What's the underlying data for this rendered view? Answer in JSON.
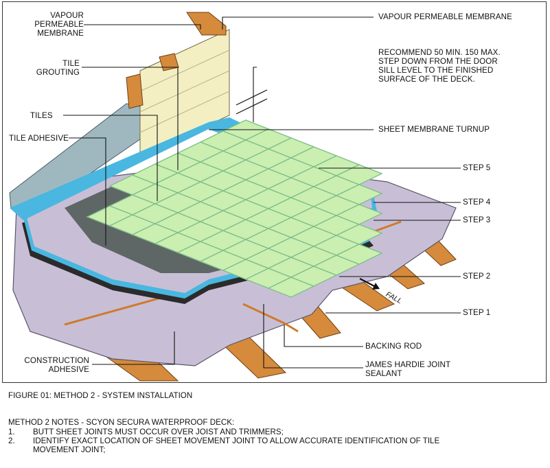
{
  "labels": {
    "vapour_left": "VAPOUR\nPERMEABLE\nMEMBRANE",
    "tile_grouting": "TILE\nGROUTING",
    "tiles": "TILES",
    "tile_adhesive": "TILE ADHESIVE",
    "construction_adhesive": "CONSTRUCTION\nADHESIVE",
    "vapour_right": "VAPOUR PERMEABLE MEMBRANE",
    "recommend": "RECOMMEND 50 MIN. 150 MAX.\nSTEP DOWN FROM THE DOOR\nSILL LEVEL TO THE FINISHED\nSURFACE OF THE DECK.",
    "sheet_membrane_turnup": "SHEET MEMBRANE TURNUP",
    "step5": "STEP 5",
    "step4": "STEP 4",
    "step3": "STEP 3",
    "step2": "STEP 2",
    "step1": "STEP 1",
    "fall": "FALL",
    "backing_rod": "BACKING ROD",
    "james_hardie": "JAMES HARDIE JOINT\nSEALANT"
  },
  "caption": "FIGURE 01: METHOD 2 - SYSTEM INSTALLATION",
  "notes_title": "METHOD 2 NOTES - SCYON SECURA WATERPROOF DECK:",
  "notes": [
    {
      "num": "1.",
      "text": "BUTT SHEET JOINTS MUST OCCUR OVER JOIST AND TRIMMERS;"
    },
    {
      "num": "2.",
      "text": "IDENTIFY EXACT LOCATION OF SHEET MOVEMENT JOINT TO ALLOW ACCURATE    IDENTIFICATION OF TILE"
    },
    {
      "num": "",
      "text": "MOVEMENT JOINT;"
    }
  ],
  "colors": {
    "tile": "#cbefb1",
    "grout": "#7fbf8a",
    "adhesive": "#5f6766",
    "membrane_blue": "#49b7e0",
    "sheet": "#c8bfd6",
    "timber": "#d58a3c",
    "wall": "#f3efc2"
  }
}
